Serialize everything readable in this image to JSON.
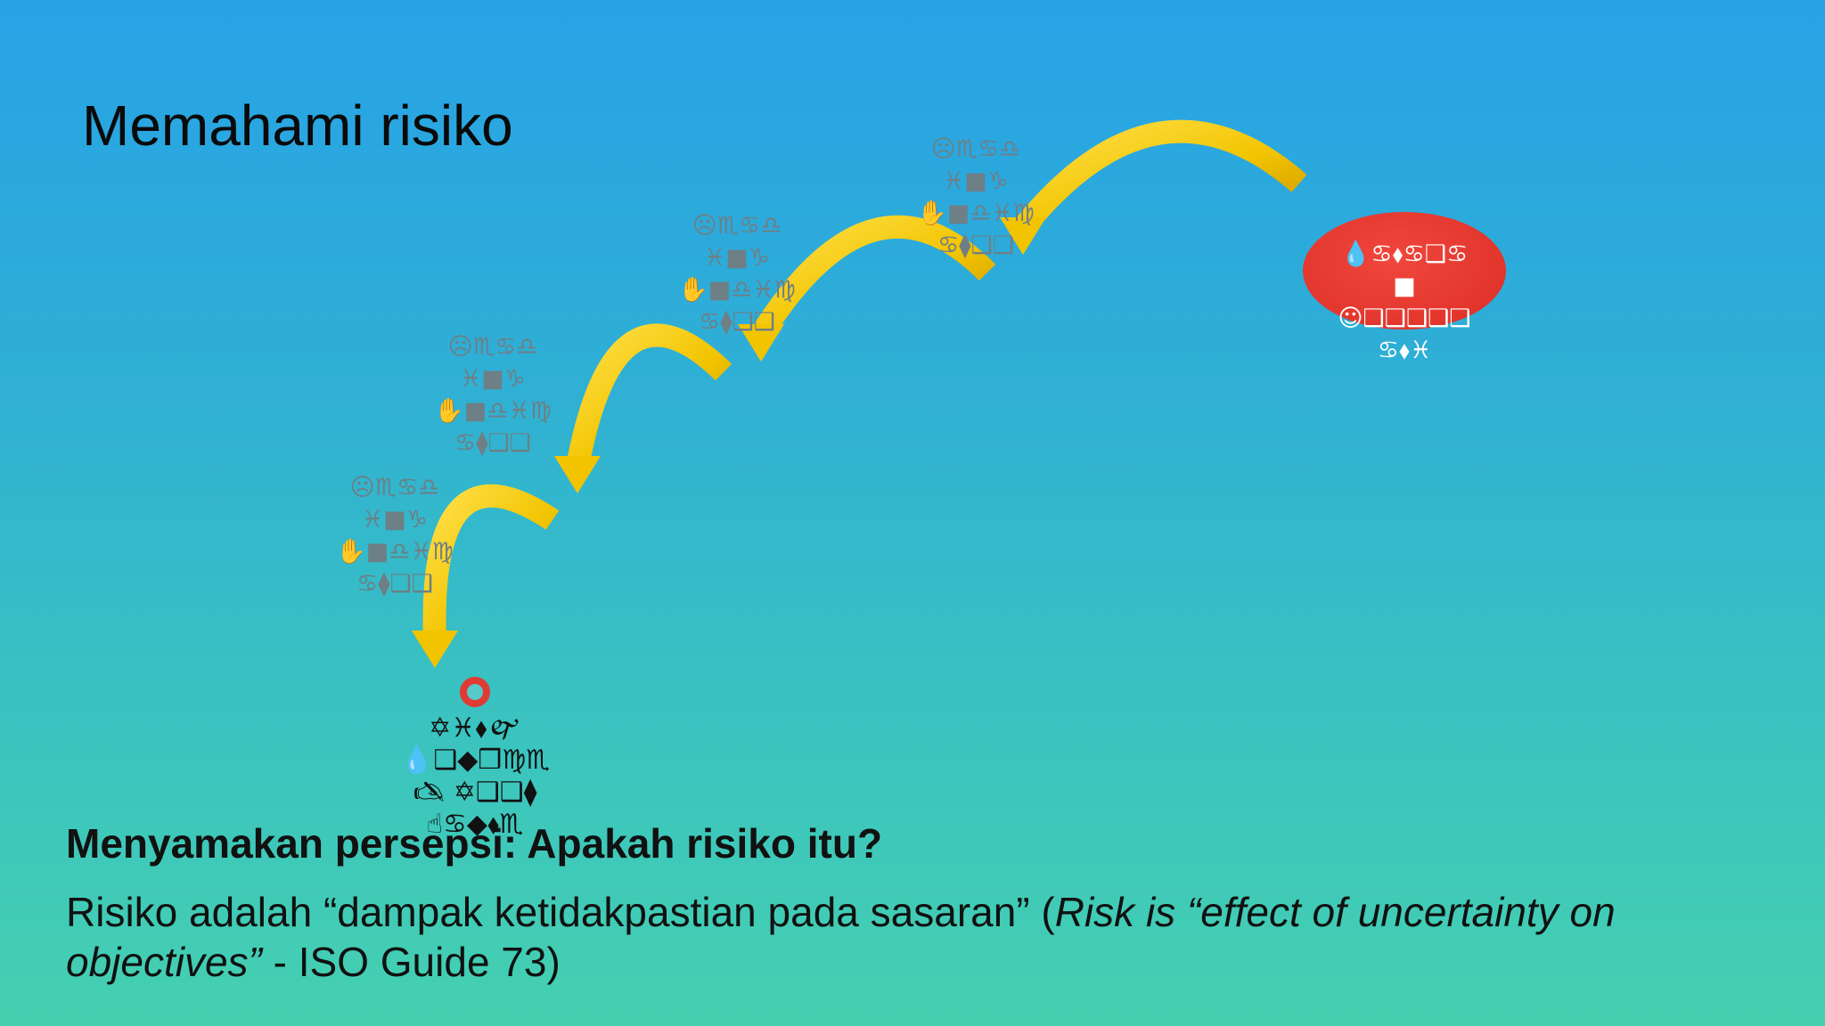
{
  "slide": {
    "title": "Memahami risiko",
    "subtitle": "Menyamakan persepsi: Apakah risiko itu?",
    "definition": {
      "prefix": "Risiko adalah “dampak ketidakpastian pada sasaran” (",
      "italic": "Risk is “effect of uncertainty on objectives”",
      "suffix": " - ISO Guide 73)"
    }
  },
  "diagram": {
    "steps": [
      {
        "lines": [
          "☹♏♋♎",
          "♓■♑",
          "✋■♎♓♍",
          "♋⧫❑❑"
        ]
      },
      {
        "lines": [
          "☹♏♋♎",
          "♓■♑",
          "✋■♎♓♍",
          "♋⧫❑❑"
        ]
      },
      {
        "lines": [
          "☹♏♋♎",
          "♓■♑",
          "✋■♎♓♍",
          "♋⧫❑❑"
        ]
      },
      {
        "lines": [
          "☹♏♋♎",
          "♓■♑",
          "✋■♎♓♍",
          "♋⧫❑❑"
        ]
      }
    ],
    "start_node": {
      "lines": [
        "💧♋⬧♋❑♋",
        "■",
        "☺❑❑❑❑❑",
        "♋⬧♓"
      ]
    },
    "end_node": {
      "lines": [
        "✡♓⬧🙰",
        "💧❑◆❒♍♏",
        "🖎 ✡❑❑⧫",
        "☝♋◆⬧♏"
      ]
    },
    "colors": {
      "arrow": "#f2c400",
      "start_node": "#e2362d",
      "target_ring": "#e03a33"
    }
  }
}
